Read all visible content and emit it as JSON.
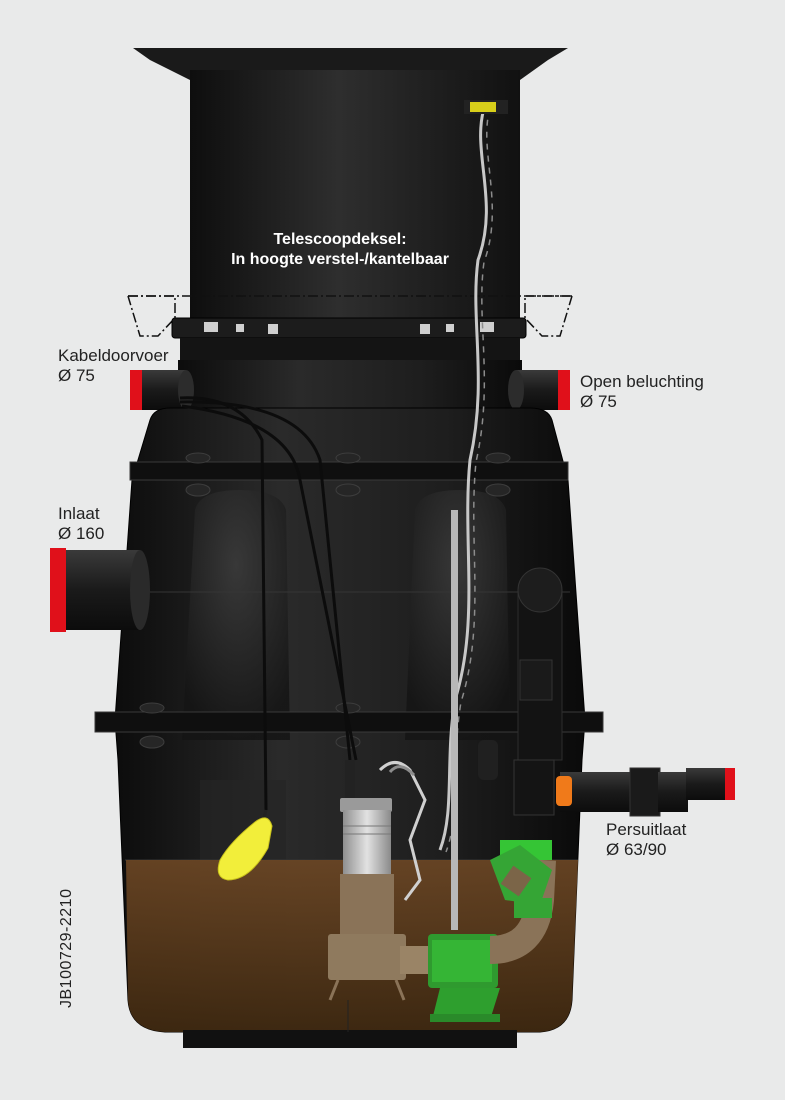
{
  "title": {
    "line1": "Telescoopdeksel:",
    "line2": "In hoogte verstel-/kantelbaar"
  },
  "labels": {
    "kabeldoorvoer": {
      "name": "Kabeldoorvoer",
      "size": "Ø 75"
    },
    "open_beluchting": {
      "name": "Open beluchting",
      "size": "Ø 75"
    },
    "inlaat": {
      "name": "Inlaat",
      "size": "Ø 160"
    },
    "persuitlaat": {
      "name": "Persuitlaat",
      "size": "Ø 63/90"
    }
  },
  "drawing_code": "JB100729-2210",
  "colors": {
    "background": "#e9eaea",
    "tank_body": "#1b1b1b",
    "water": "#5a3a1c",
    "seal_red": "#e0101a",
    "pump_steel": "#bdbdbd",
    "pump_bronze": "#8a7358",
    "valve_green": "#35b535",
    "float_yellow": "#f2ee3a",
    "flange_orange": "#f07a1a"
  }
}
